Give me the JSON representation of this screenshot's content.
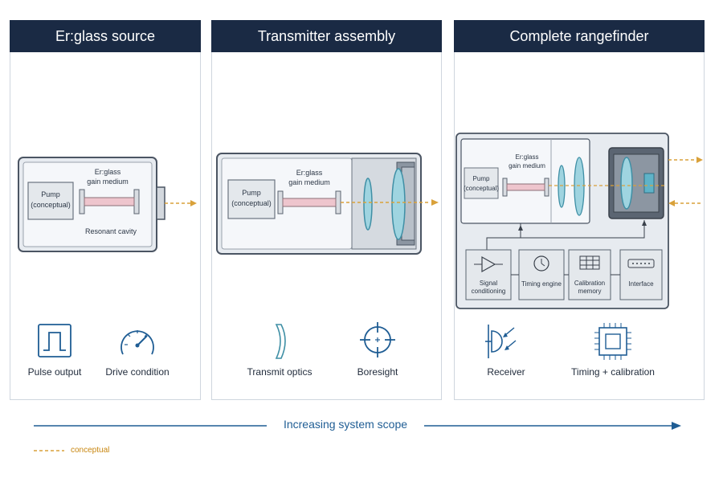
{
  "panels": [
    {
      "title": "Er:glass source",
      "pump_label_1": "Pump",
      "pump_label_2": "(conceptual)",
      "gain_label_1": "Er:glass",
      "gain_label_2": "gain medium",
      "cavity_label": "Resonant cavity",
      "icons": [
        {
          "name": "pulse-icon",
          "label": "Pulse output"
        },
        {
          "name": "gauge-icon",
          "label": "Drive condition"
        }
      ]
    },
    {
      "title": "Transmitter assembly",
      "pump_label_1": "Pump",
      "pump_label_2": "(conceptual)",
      "gain_label_1": "Er:glass",
      "gain_label_2": "gain medium",
      "icons": [
        {
          "name": "lens-icon",
          "label": "Transmit optics"
        },
        {
          "name": "crosshair-icon",
          "label": "Boresight"
        }
      ]
    },
    {
      "title": "Complete rangefinder",
      "pump_label_1": "Pump",
      "pump_label_2": "(conceptual)",
      "gain_label_1": "Er:glass",
      "gain_label_2": "gain medium",
      "blocks": [
        {
          "line1": "Signal",
          "line2": "conditioning"
        },
        {
          "line1": "Timing engine",
          "line2": ""
        },
        {
          "line1": "Calibration",
          "line2": "memory"
        },
        {
          "line1": "Interface",
          "line2": ""
        }
      ],
      "icons": [
        {
          "name": "receiver-icon",
          "label": "Receiver"
        },
        {
          "name": "chip-icon",
          "label": "Timing + calibration"
        }
      ]
    }
  ],
  "scope_label": "Increasing system scope",
  "legend_label": "conceptual",
  "colors": {
    "header": "#1a2a44",
    "accent": "#1f5d94",
    "beam": "#d9a13a",
    "optic": "#5fb3c8"
  }
}
